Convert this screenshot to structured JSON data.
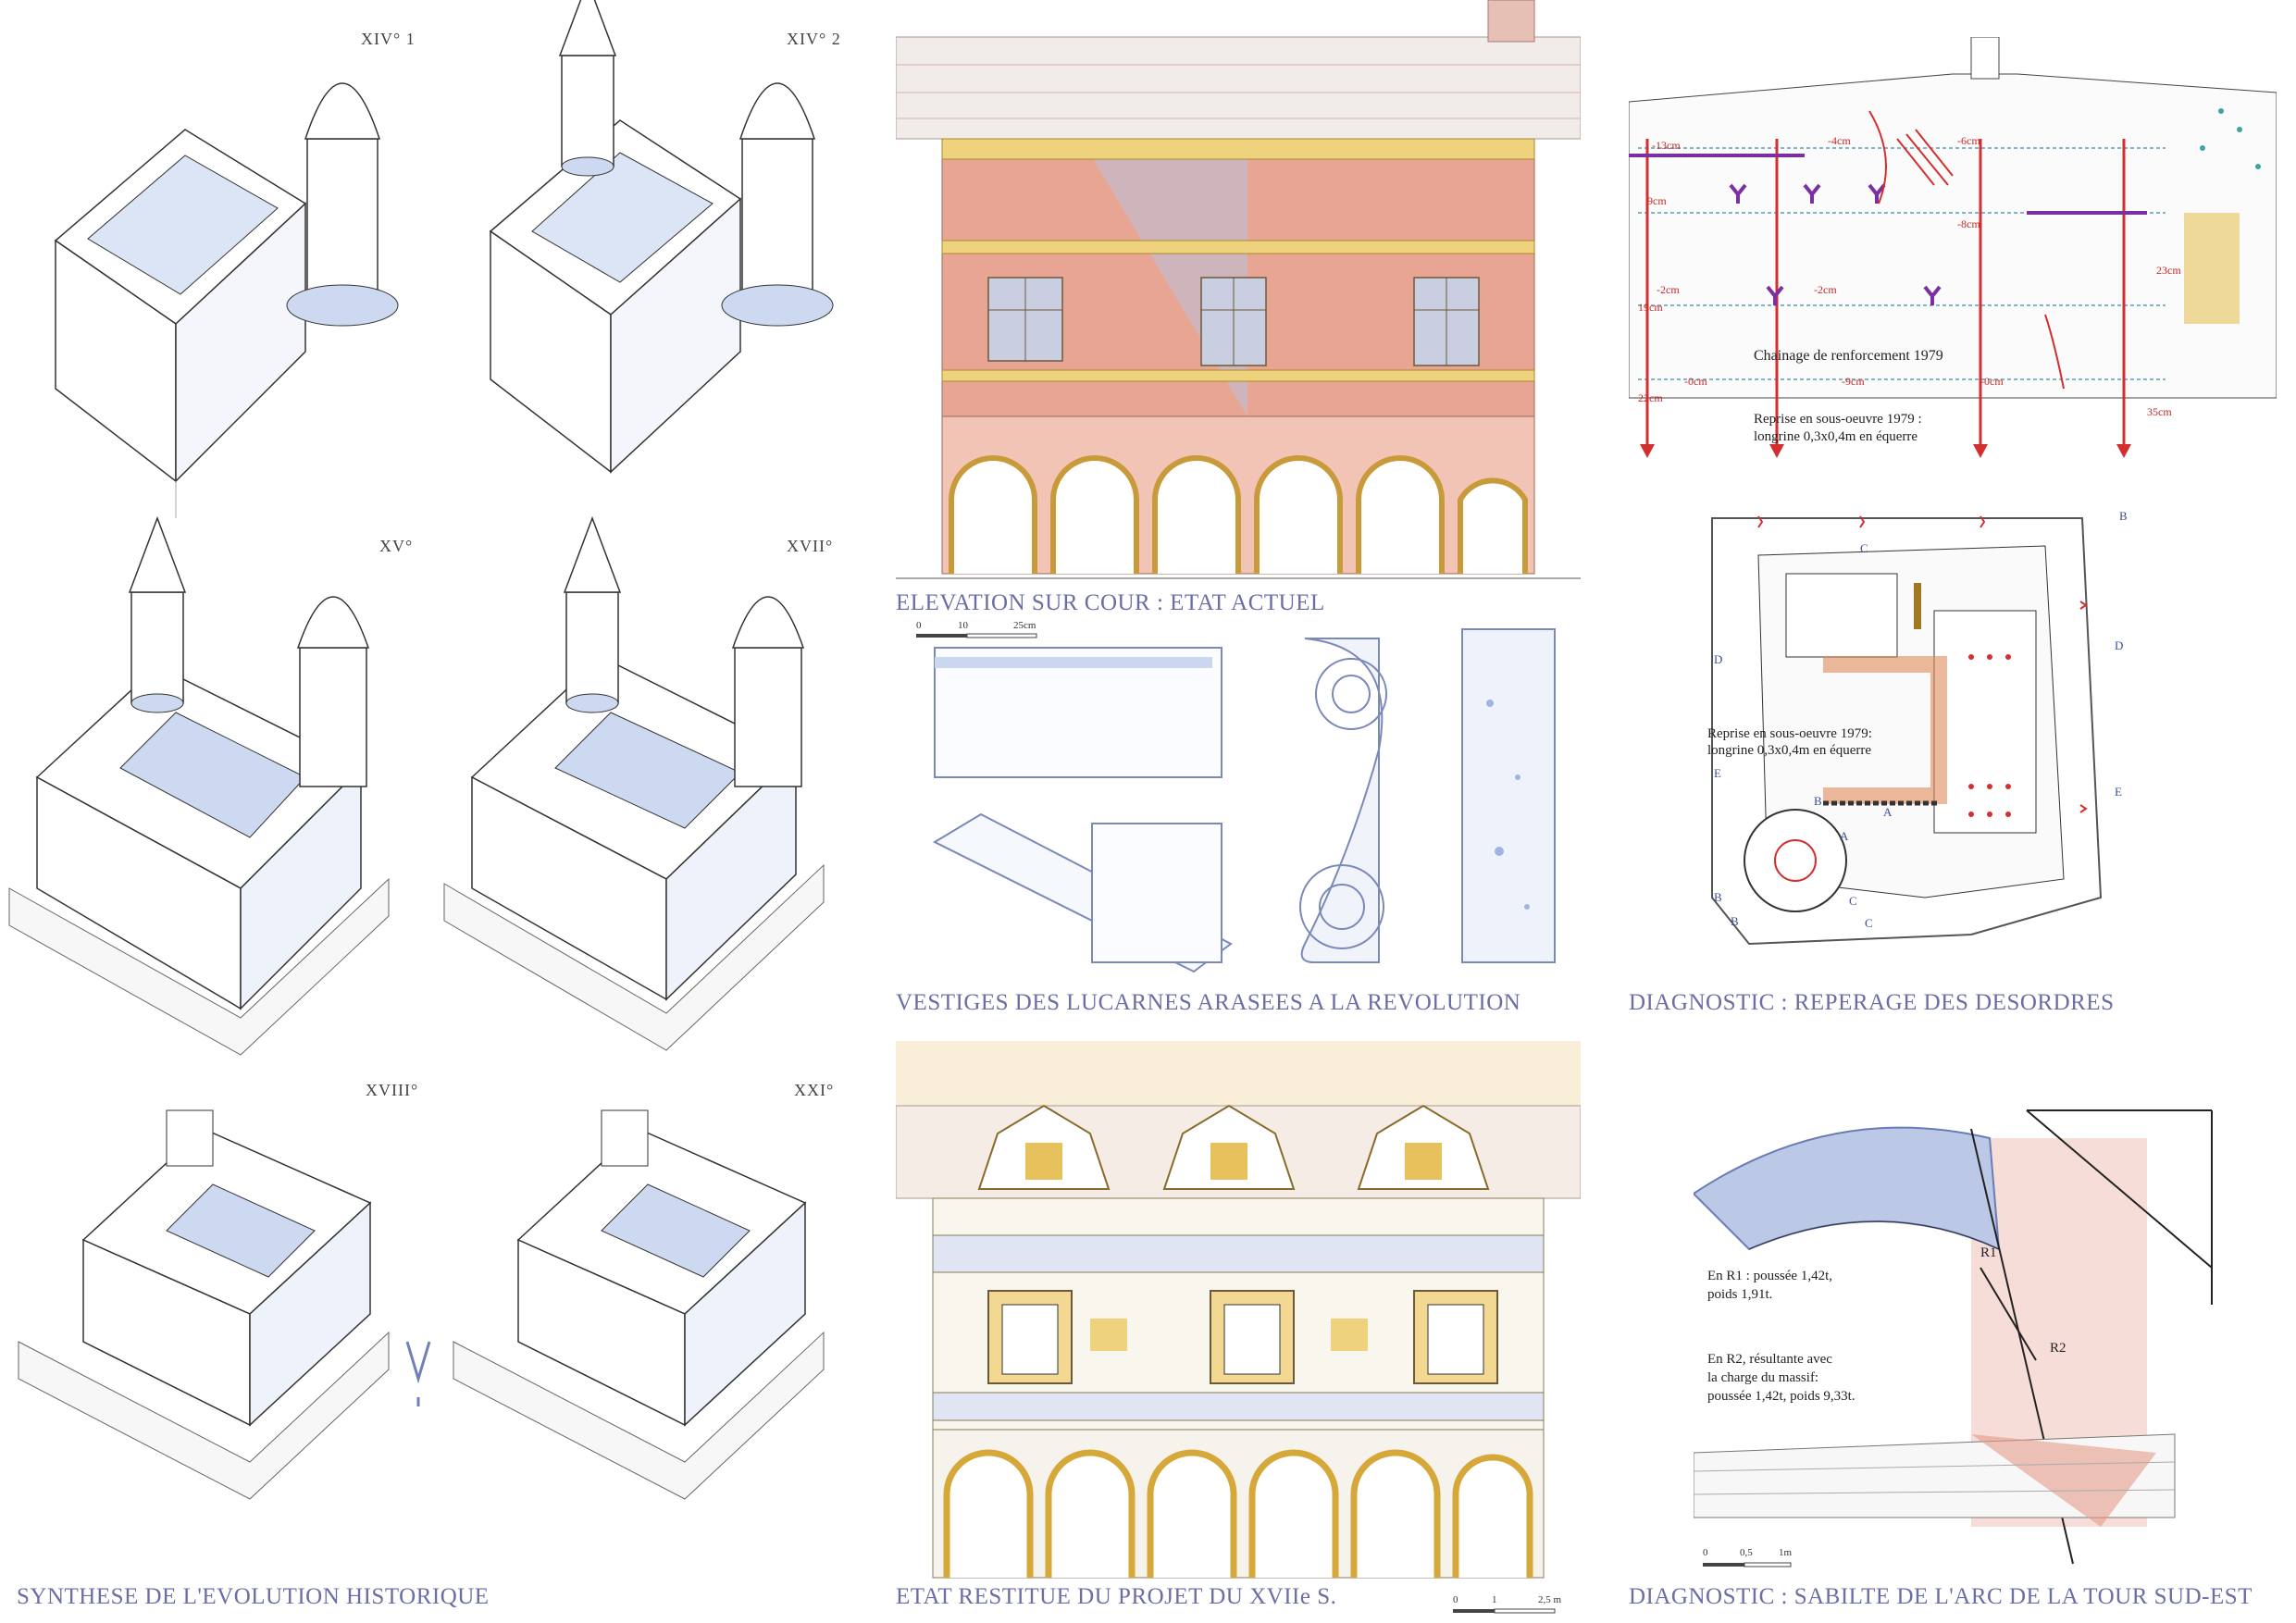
{
  "panels": {
    "evolution": {
      "caption": "SYNTHESE DE L'EVOLUTION HISTORIQUE",
      "centuries": [
        "XIV° 1",
        "XIV° 2",
        "XV°",
        "XVII°",
        "XVIII°",
        "XXI°"
      ]
    },
    "elevation_actuel": {
      "caption": "ELEVATION SUR COUR : ETAT ACTUEL",
      "scale": [
        "0",
        "10",
        "25cm"
      ]
    },
    "vestiges": {
      "caption": "VESTIGES DES LUCARNES ARASEES A LA REVOLUTION"
    },
    "etat_restitue": {
      "caption": "ETAT RESTITUE DU PROJET DU XVIIe S.",
      "scale": [
        "0",
        "1",
        "2,5 m"
      ]
    },
    "diagnostic_section": {
      "annotations": {
        "chainage": "Chainage de renforcement 1979",
        "reprise_line1": "Reprise en sous-oeuvre 1979 :",
        "reprise_line2": "longrine 0,3x0,4m en équerre"
      },
      "measures": [
        "-13cm",
        "-4cm",
        "-6cm",
        "-8cm",
        "9cm",
        "-2cm",
        "-2cm",
        "-0cm",
        "-9cm",
        "19cm",
        "23cm",
        "22cm",
        "35cm",
        "-0cm"
      ]
    },
    "diagnostic_plan": {
      "caption": "DIAGNOSTIC : REPERAGE DES DESORDRES",
      "annotation_line1": "Reprise en sous-oeuvre 1979:",
      "annotation_line2": "longrine 0,3x0,4m en équerre",
      "letters": [
        "B",
        "C",
        "D",
        "D",
        "E",
        "E",
        "B",
        "A",
        "A",
        "B",
        "C",
        "B",
        "C"
      ]
    },
    "diagnostic_arc": {
      "caption": "DIAGNOSTIC : SABILTE DE L'ARC DE LA TOUR SUD-EST",
      "r1_line1": "En R1 : poussée 1,42t,",
      "r1_line2": "poids 1,91t.",
      "r2_line1": "En R2, résultante avec",
      "r2_line2": "la charge du massif:",
      "r2_line3": "poussée 1,42t, poids 9,33t.",
      "r1_label": "R1",
      "r2_label": "R2",
      "scale": [
        "0",
        "0,5",
        "1m"
      ]
    }
  },
  "colors": {
    "caption": "#6a6da6",
    "wash_blue": "#a9bde0",
    "brick_red": "#e3a08a",
    "stone_ochre": "#e6c770",
    "diag_red": "#d32f2f",
    "diag_purple": "#7b2fa0"
  }
}
